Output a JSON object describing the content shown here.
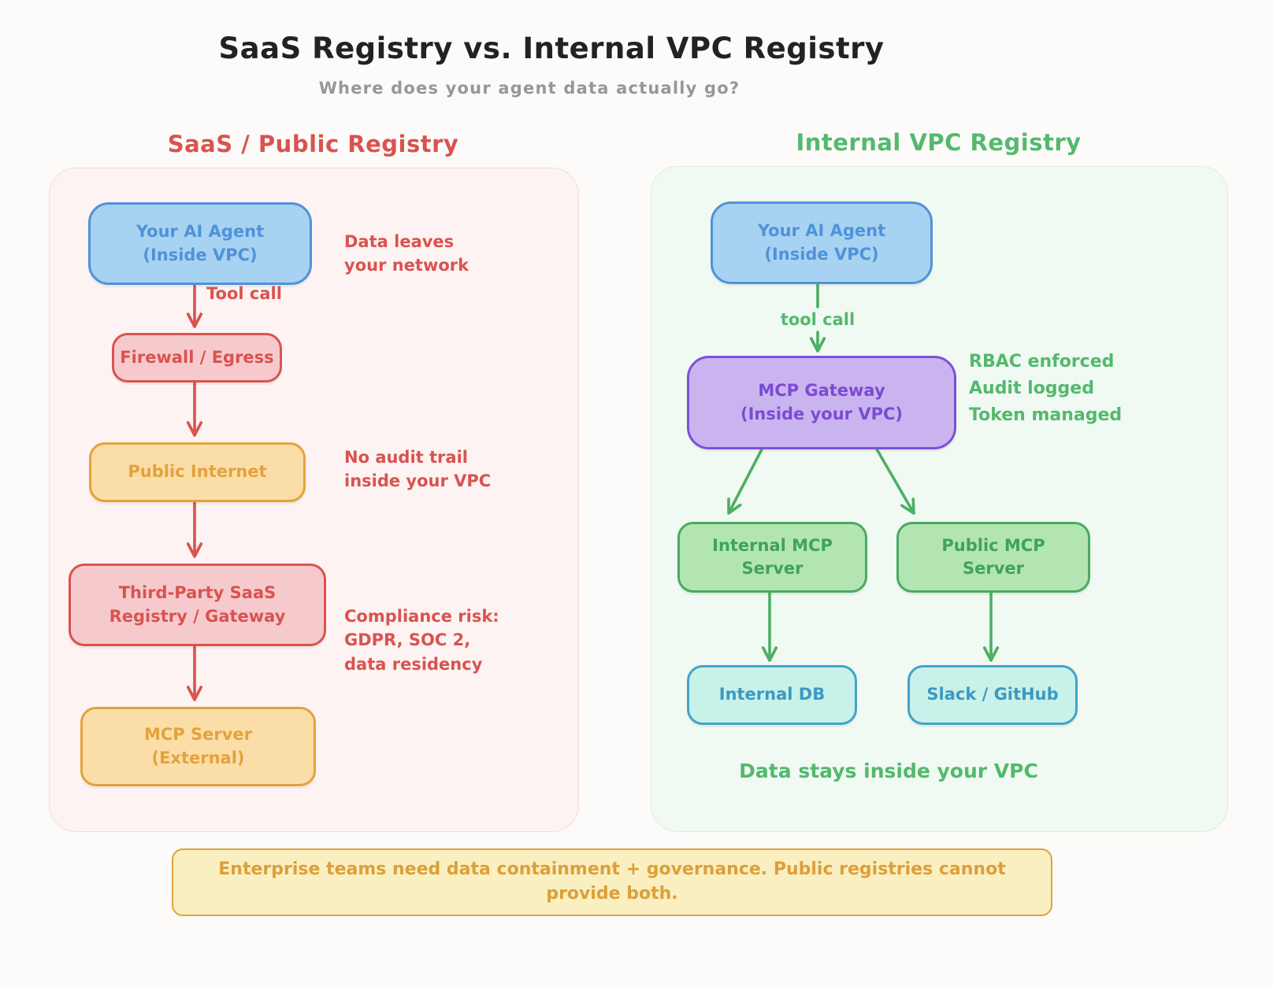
{
  "header": {
    "title": "SaaS Registry vs. Internal VPC Registry",
    "subtitle": "Where does your agent data actually go?"
  },
  "left_panel": {
    "heading": "SaaS / Public Registry",
    "flow_label": "Tool call",
    "boxes": {
      "agent": "Your AI Agent\n(Inside VPC)",
      "firewall": "Firewall / Egress",
      "internet": "Public Internet",
      "registry": "Third-Party SaaS\nRegistry / Gateway",
      "server": "MCP Server\n(External)"
    },
    "annotations": {
      "data_leaves": "Data leaves\nyour network",
      "no_audit": "No audit trail\ninside your VPC",
      "compliance": "Compliance risk:\nGDPR, SOC 2,\ndata residency"
    }
  },
  "right_panel": {
    "heading": "Internal VPC Registry",
    "flow_label": "tool call",
    "boxes": {
      "agent": "Your AI Agent\n(Inside VPC)",
      "gateway": "MCP Gateway\n(Inside your VPC)",
      "internal_server": "Internal MCP\nServer",
      "public_server": "Public MCP\nServer",
      "internal_db": "Internal DB",
      "slack_github": "Slack / GitHub"
    },
    "annotations": {
      "gateway_controls": "RBAC enforced\nAudit logged\nToken managed",
      "data_stays": "Data stays inside your VPC"
    }
  },
  "footer": {
    "banner": "Enterprise teams need data containment + governance. Public registries cannot provide both."
  },
  "colors": {
    "saas_accent": "#d9534f",
    "vpc_accent": "#53b96d",
    "agent_blue": "#4e93d9",
    "gateway_purple": "#7a4bd3",
    "warning_orange": "#e2a33c",
    "server_green": "#3ea35b",
    "db_cyan": "#3b99c2",
    "banner_yellow": "#e0a33e",
    "arrow_red": "#d9534f",
    "arrow_green": "#4caf63"
  }
}
